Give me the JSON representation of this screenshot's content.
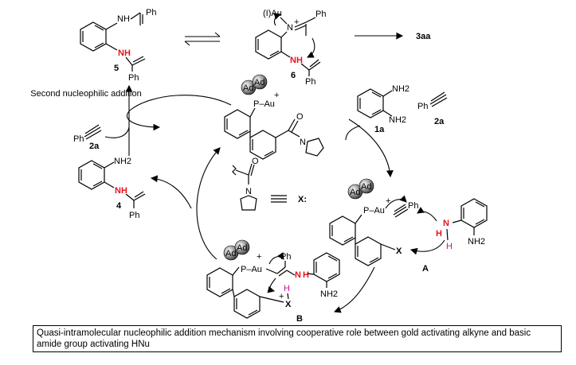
{
  "top_row": {
    "compound5": {
      "nh_top": "NH",
      "ph_top": "Ph",
      "nh_red": "NH",
      "ph_bottom": "Ph",
      "label": "5"
    },
    "compound6": {
      "au_ligand": "(I)Au",
      "n_plus": "N",
      "plus": "+",
      "ph_top": "Ph",
      "nh_red": "NH",
      "ph_bottom": "Ph",
      "label": "6"
    },
    "product": "3aa"
  },
  "left_side": {
    "second_addition_label": "Second nucleophilic addition",
    "reagent_ph": "Ph",
    "reagent_label": "2a",
    "compound4": {
      "nh2": "NH2",
      "nh_red": "NH",
      "ph": "Ph",
      "label": "4"
    }
  },
  "catalyst": {
    "ad1": "Ad",
    "ad2": "Ad",
    "p_au": "P–Au",
    "plus": "+",
    "o": "O",
    "n": "N"
  },
  "reagents_right": {
    "nh2_top": "NH2",
    "nh2_bottom": "NH2",
    "label_1a": "1a",
    "ph": "Ph",
    "label_2a": "2a"
  },
  "legend": {
    "o": "O",
    "n": "N",
    "x_label": "X:"
  },
  "intermediate_A": {
    "ad1": "Ad",
    "ad2": "Ad",
    "p_au": "P–Au",
    "plus": "+",
    "ph": "Ph",
    "nh_red": "N",
    "h_mag": "H",
    "h_red": "H",
    "nh2": "NH2",
    "x": "X",
    "label": "A"
  },
  "intermediate_B": {
    "ad1": "Ad",
    "ad2": "Ad",
    "p_au": "P–Au",
    "plus": "+",
    "ph": "Ph",
    "nh_red": "N",
    "h_red": "H",
    "nh2": "NH2",
    "h_mag": "H",
    "x": "X",
    "x_plus": "+",
    "label": "B"
  },
  "caption": "Quasi-intramolecular nucleophilic addition mechanism involving cooperative role between gold activating alkyne and basic amide group activating HNu"
}
